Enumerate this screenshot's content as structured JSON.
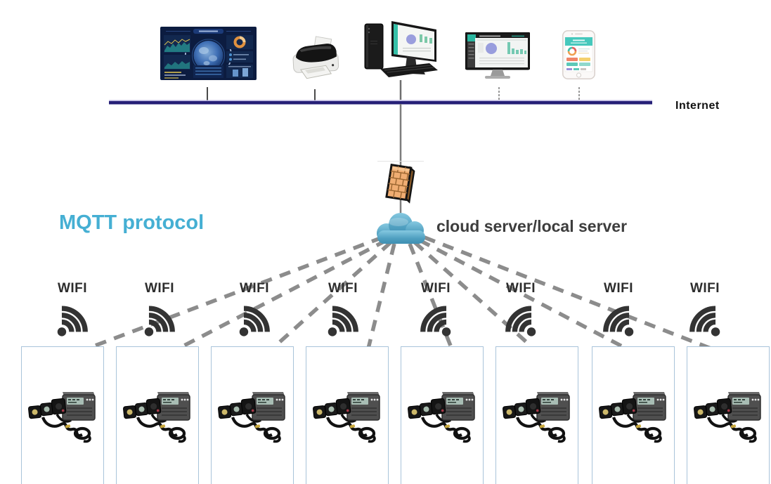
{
  "network": {
    "internet_label": "Internet",
    "protocol_label": "MQTT protocol",
    "cloud_label": "cloud server/local server"
  },
  "top_devices": [
    {
      "name": "big-data-dashboard-screen"
    },
    {
      "name": "fax-printer"
    },
    {
      "name": "desktop-computer"
    },
    {
      "name": "analytics-monitor"
    },
    {
      "name": "smartphone"
    }
  ],
  "mid_icons": [
    {
      "name": "firewall-icon"
    },
    {
      "name": "cloud-icon"
    }
  ],
  "wifi_nodes": [
    {
      "label": "WIFI"
    },
    {
      "label": "WIFI"
    },
    {
      "label": "WIFI"
    },
    {
      "label": "WIFI"
    },
    {
      "label": "WIFI"
    },
    {
      "label": "WIFI"
    },
    {
      "label": "WIFI"
    },
    {
      "label": "WIFI"
    }
  ],
  "device_boxes": [
    {
      "name": "energy-meter-with-ct-clamps"
    },
    {
      "name": "energy-meter-with-ct-clamps"
    },
    {
      "name": "energy-meter-with-ct-clamps"
    },
    {
      "name": "energy-meter-with-ct-clamps"
    },
    {
      "name": "energy-meter-with-ct-clamps"
    },
    {
      "name": "energy-meter-with-ct-clamps"
    },
    {
      "name": "energy-meter-with-ct-clamps"
    },
    {
      "name": "energy-meter-with-ct-clamps"
    }
  ],
  "colors": {
    "internet_bus": "#262077",
    "mqtt_text": "#45afd3",
    "cloud_fill": "#4aa0c3",
    "firewall_brick": "#f0ad72",
    "wifi_icon": "#333333",
    "dashed_link": "#8c8c8c",
    "box_border": "#a9c4da"
  }
}
